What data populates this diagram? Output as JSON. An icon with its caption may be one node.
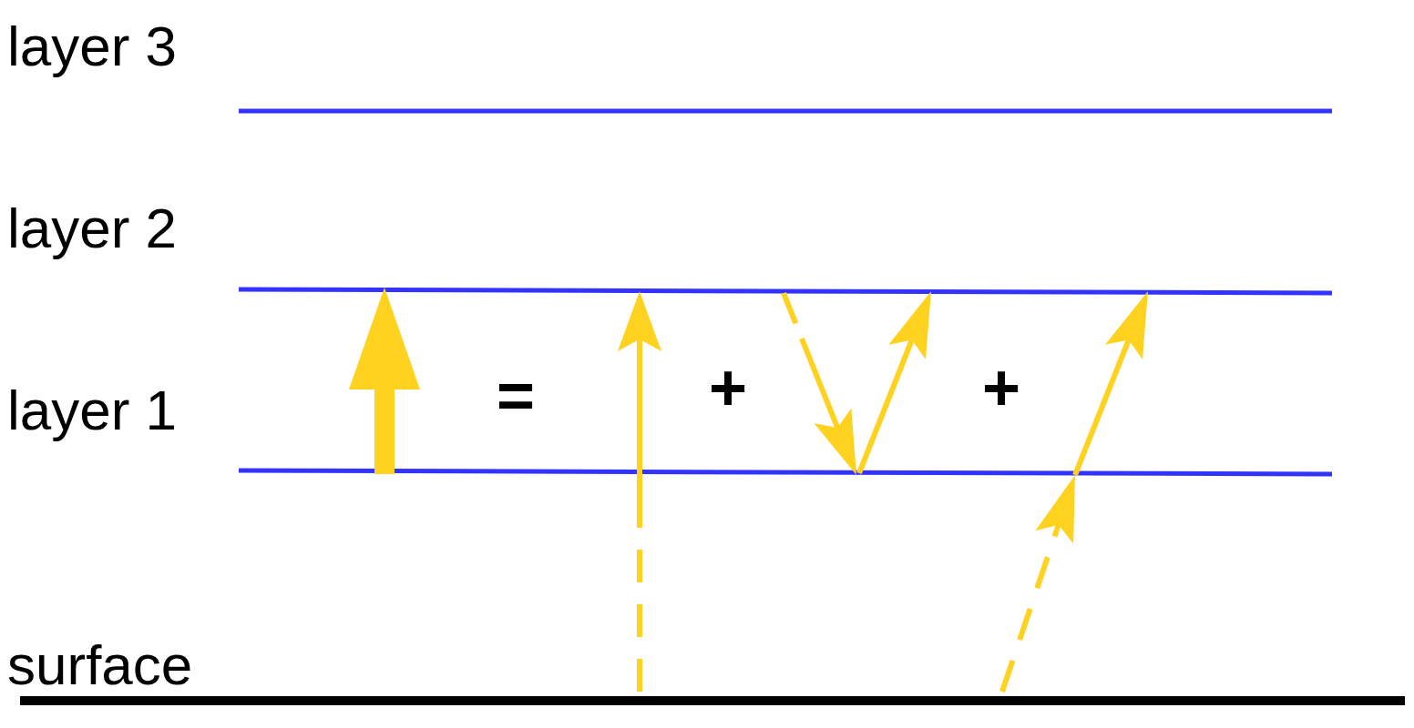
{
  "diagram": {
    "labels": [
      "layer 3",
      "layer 2",
      "layer 1",
      "surface",
      "=",
      "+",
      "+"
    ]
  }
}
